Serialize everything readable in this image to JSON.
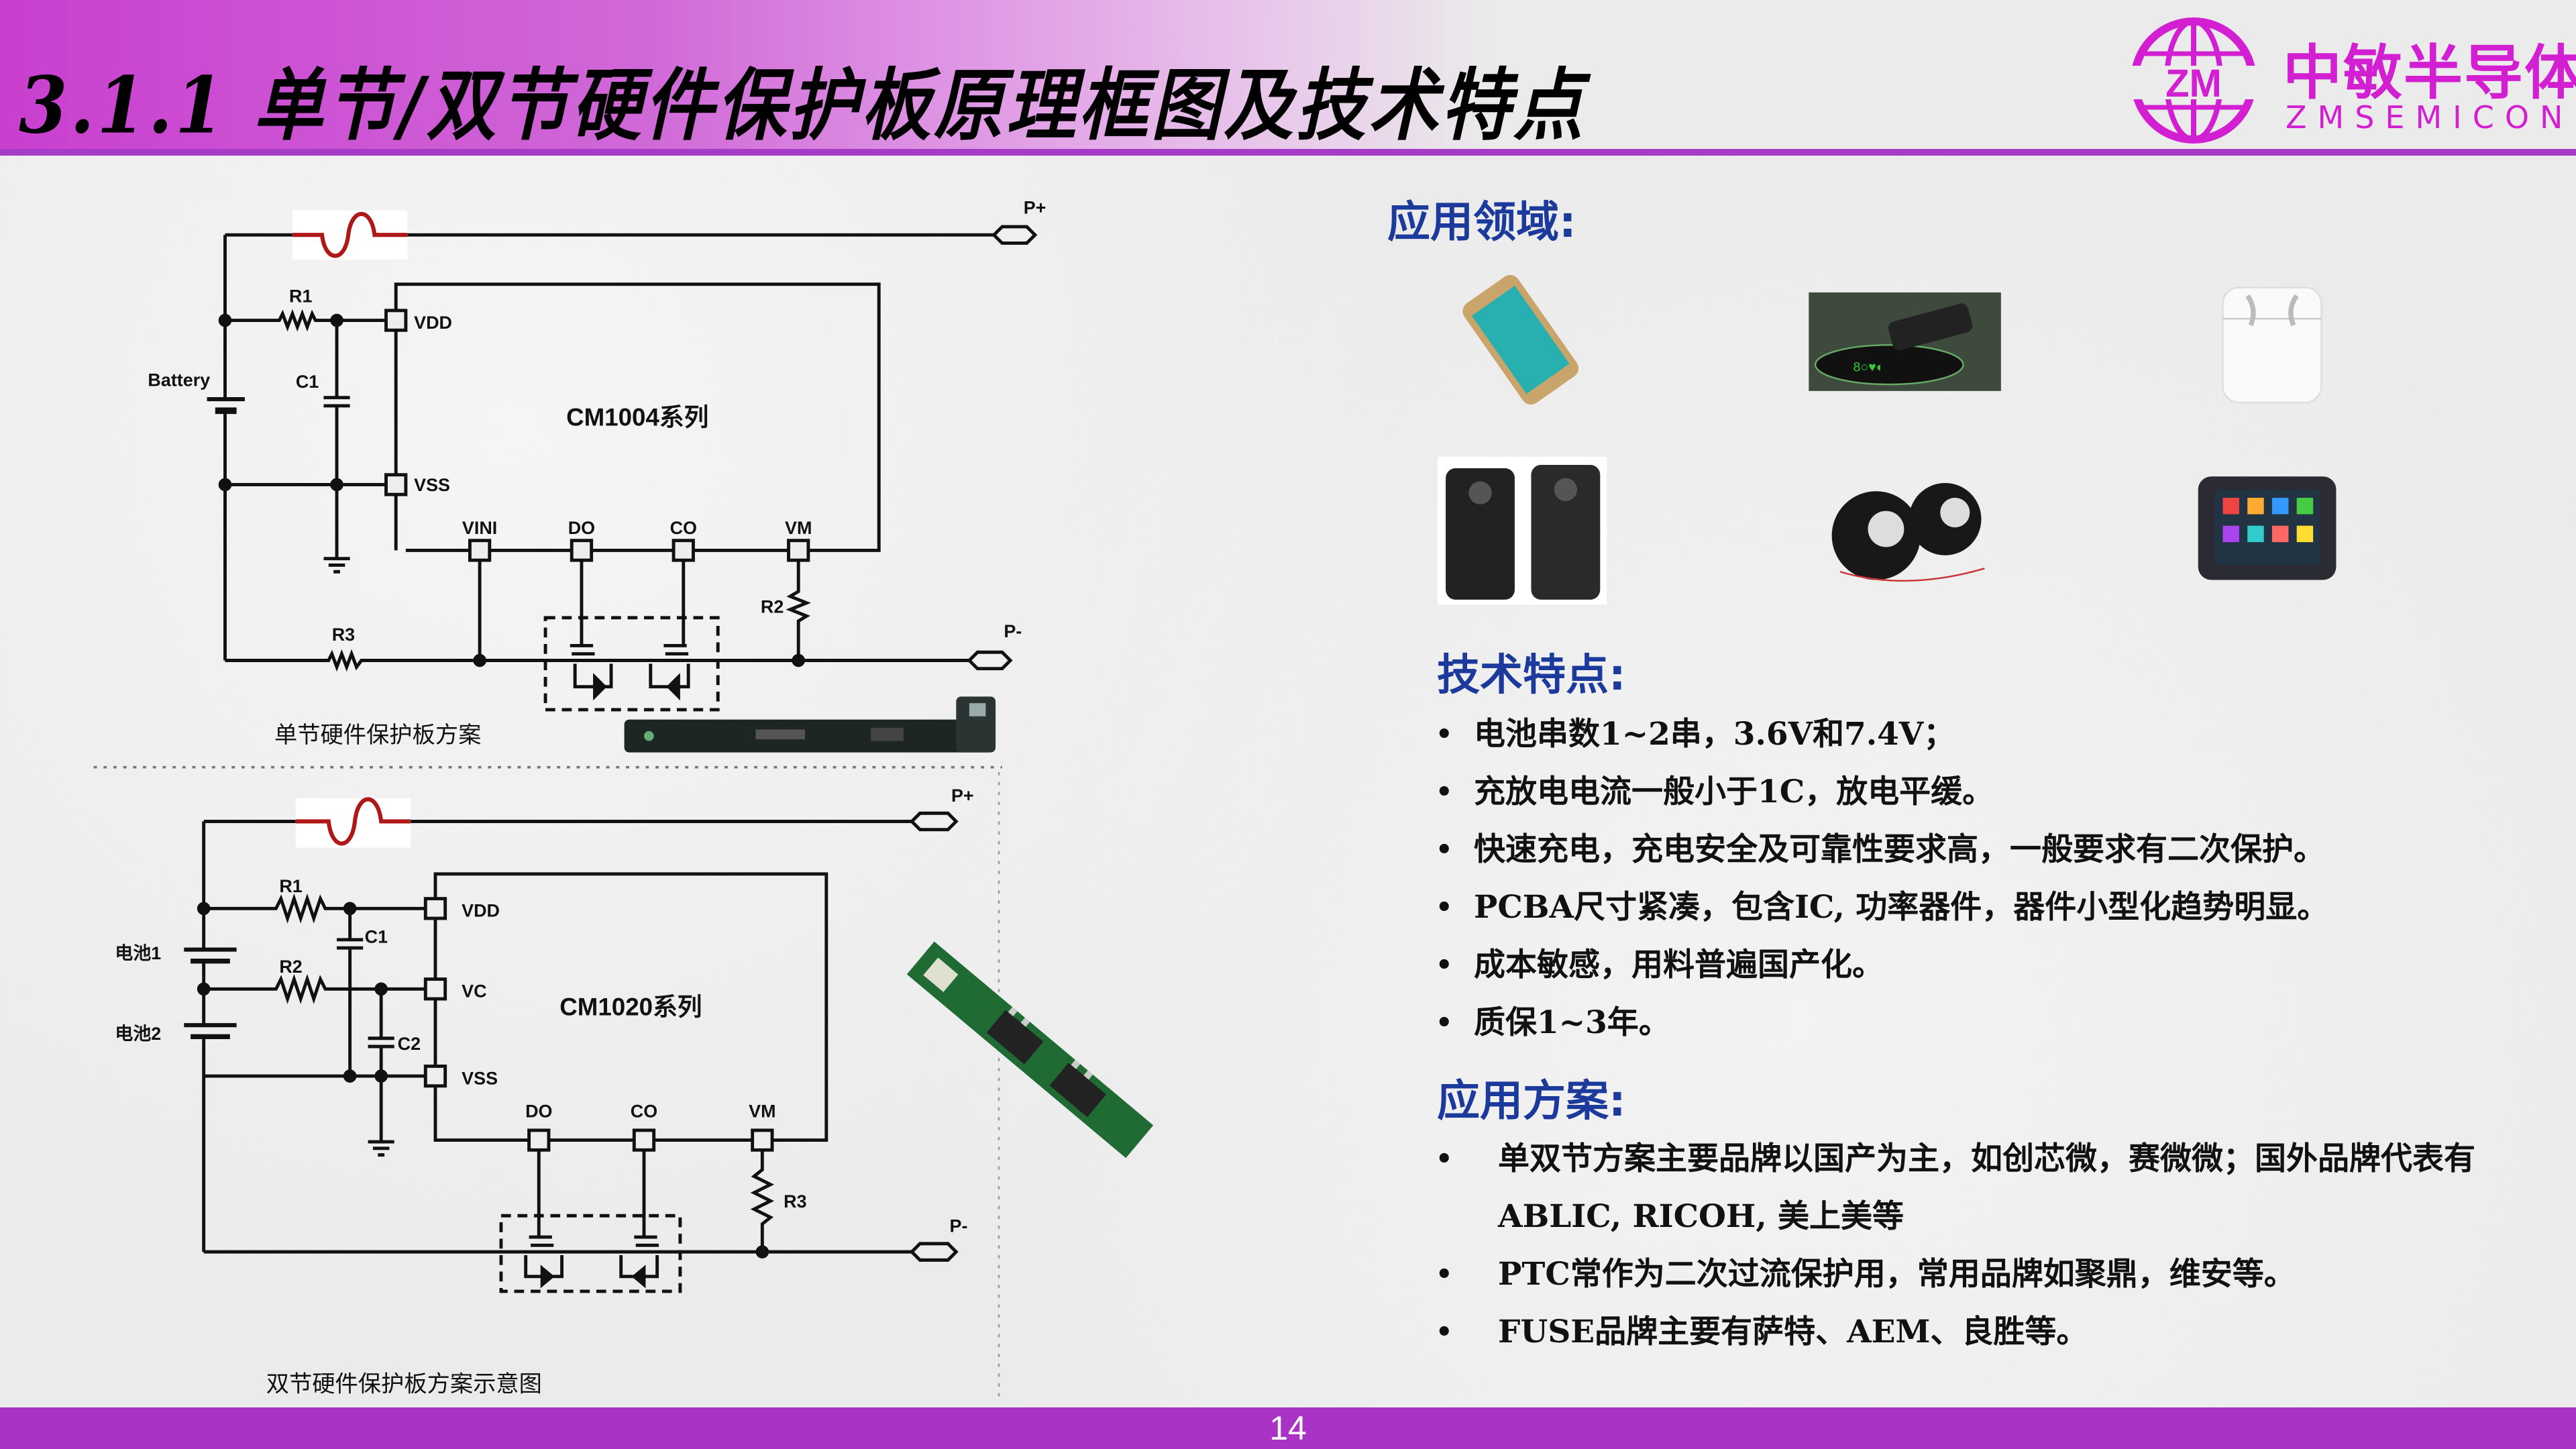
{
  "header": {
    "title": "3.1.1 单节/双节硬件保护板原理框图及技术特点",
    "logo": {
      "mark": "ZM",
      "cn": "中敏半导体",
      "en": "ZMSEMICON"
    }
  },
  "diagram_single": {
    "chip": "CM1004系列",
    "caption": "单节硬件保护板方案",
    "labels": {
      "p_plus": "P+",
      "p_minus": "P-",
      "battery": "Battery",
      "r1": "R1",
      "c1": "C1",
      "r2": "R2",
      "r3": "R3",
      "vdd": "VDD",
      "vss": "VSS",
      "vini": "VINI",
      "do": "DO",
      "co": "CO",
      "vm": "VM"
    }
  },
  "diagram_dual": {
    "chip": "CM1020系列",
    "caption": "双节硬件保护板方案示意图",
    "labels": {
      "p_plus": "P+",
      "p_minus": "P-",
      "battery1": "电池1",
      "battery2": "电池2",
      "r1": "R1",
      "r2": "R2",
      "r3": "R3",
      "c1": "C1",
      "c2": "C2",
      "vdd": "VDD",
      "vc": "VC",
      "vss": "VSS",
      "do": "DO",
      "co": "CO",
      "vm": "VM"
    }
  },
  "applications": {
    "heading": "应用领域:"
  },
  "features": {
    "heading": "技术特点:",
    "items": [
      "电池串数1~2串，3.6V和7.4V；",
      "充放电电流一般小于1C，放电平缓。",
      "快速充电，充电安全及可靠性要求高，一般要求有二次保护。",
      "PCBA尺寸紧凑，包含IC, 功率器件，器件小型化趋势明显。",
      "成本敏感，用料普遍国产化。",
      "质保1~3年。"
    ]
  },
  "solutions": {
    "heading": "应用方案:",
    "items": [
      "单双节方案主要品牌以国产为主，如创芯微，赛微微；国外品牌代表有ABLIC, RICOH, 美上美等",
      "PTC常作为二次过流保护用，常用品牌如聚鼎，维安等。",
      "FUSE品牌主要有萨特、AEM、良胜等。"
    ]
  },
  "bullet_symbol": "•",
  "footer": {
    "page": "14"
  },
  "colors": {
    "brand": "#d21fd2",
    "header_bar": "#a53bc6",
    "heading_blue": "#1c3a9c",
    "fuse_red": "#b01818",
    "footer": "#a833c4"
  }
}
